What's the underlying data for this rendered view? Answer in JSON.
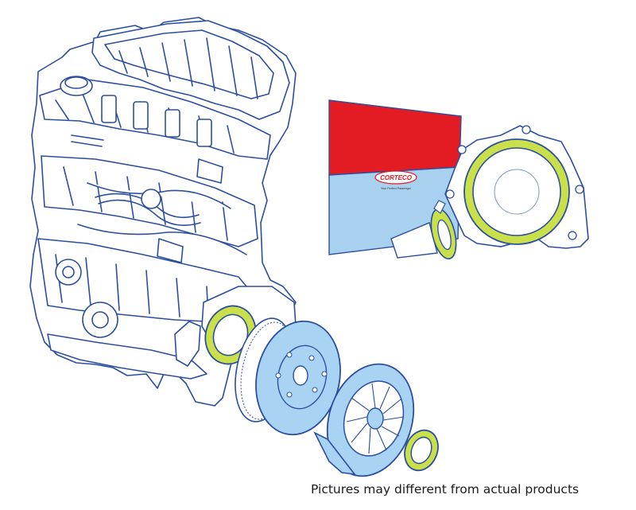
{
  "caption": "Pictures may different from actual products",
  "package": {
    "brand": "CORTECO",
    "tagline": "Your Perfect Passenger",
    "colors": {
      "top": "#e31b23",
      "bottom": "#a8d1ef"
    }
  },
  "colors": {
    "outline": "#2b4fa0",
    "seal_ring": "#c9e04a",
    "flywheel": "#a9d3f3",
    "engine_fill": "#ffffff"
  },
  "icons": [
    "engine-illustration",
    "oil-seal-ring",
    "flywheel",
    "clutch-pressure-plate",
    "seal-package"
  ]
}
